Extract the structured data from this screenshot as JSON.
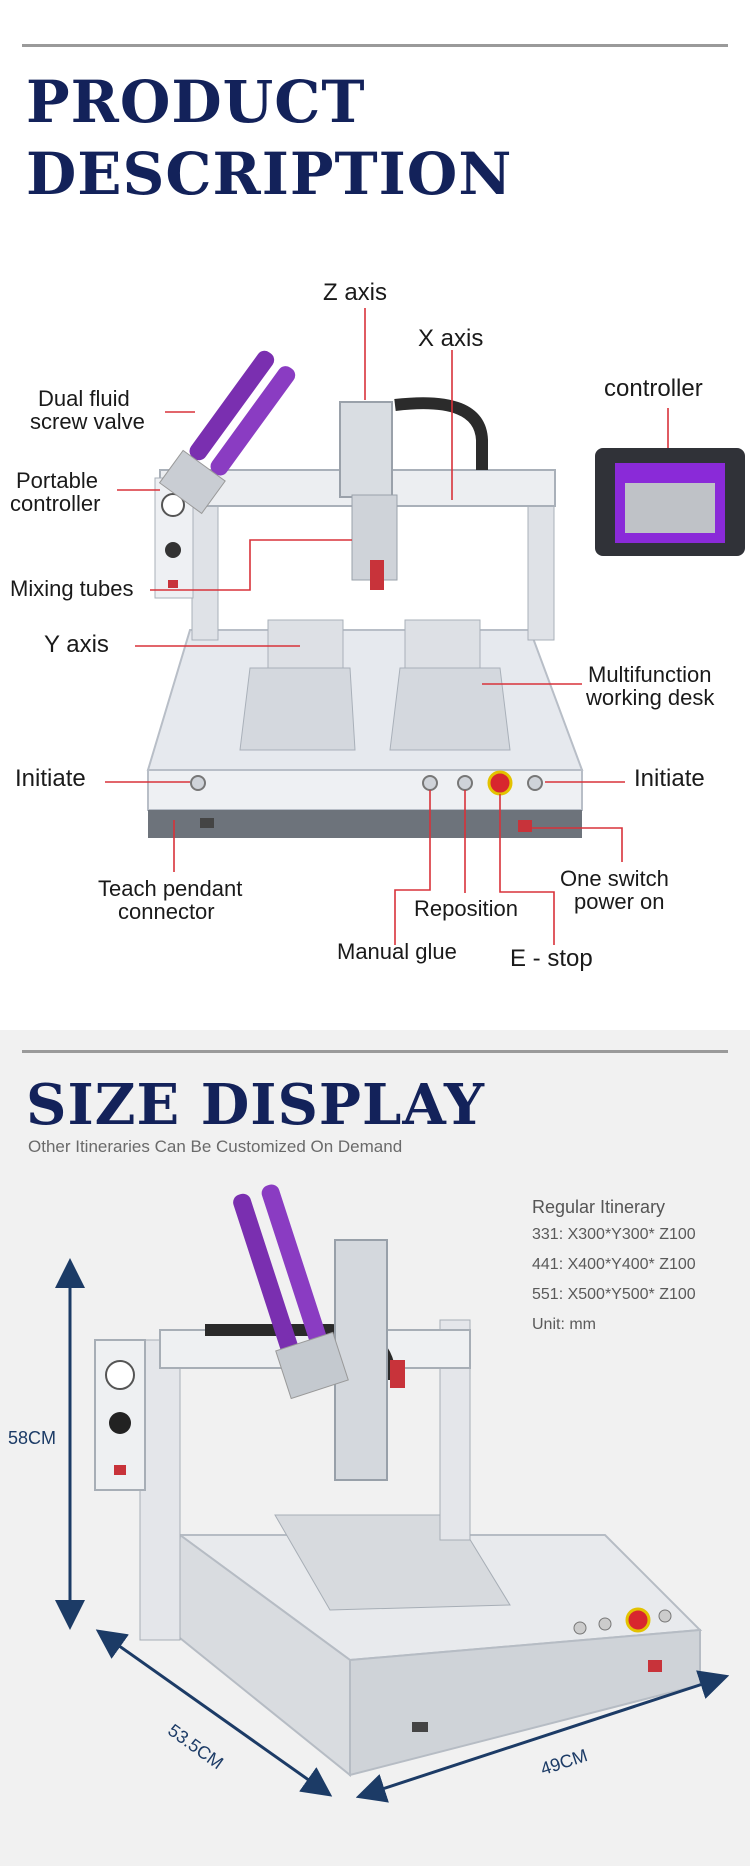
{
  "product": {
    "heading_line1": "PRODUCT",
    "heading_line2": "DESCRIPTION",
    "labels": {
      "z_axis": "Z  axis",
      "x_axis": "X axis",
      "controller": "controller",
      "dual_fluid_1": "Dual fluid",
      "dual_fluid_2": "screw valve",
      "portable_1": "Portable",
      "portable_2": "controller",
      "mixing_tubes": "Mixing tubes",
      "y_axis": "Y  axis",
      "multifunction_1": "Multifunction",
      "multifunction_2": "working desk",
      "initiate_left": "Initiate",
      "initiate_right": "Initiate",
      "teach_1": "Teach pendant",
      "teach_2": "connector",
      "reposition": "Reposition",
      "one_switch_1": "One switch",
      "one_switch_2": "power on",
      "manual_glue": "Manual glue",
      "e_stop": "E - stop"
    }
  },
  "size": {
    "heading": "SIZE DISPLAY",
    "subheading": "Other Itineraries Can Be Customized On Demand",
    "itinerary_title": "Regular Itinerary",
    "itineraries": [
      "331:  X300*Y300* Z100",
      "441:  X400*Y400* Z100",
      "551:  X500*Y500* Z100"
    ],
    "unit": "Unit: mm",
    "height": "58CM",
    "depth": "53.5CM",
    "width": "49CM"
  },
  "colors": {
    "navy": "#13225a",
    "callout_line": "#d8323a",
    "dimension": "#1c3b66",
    "purple": "#7a2fb0"
  }
}
